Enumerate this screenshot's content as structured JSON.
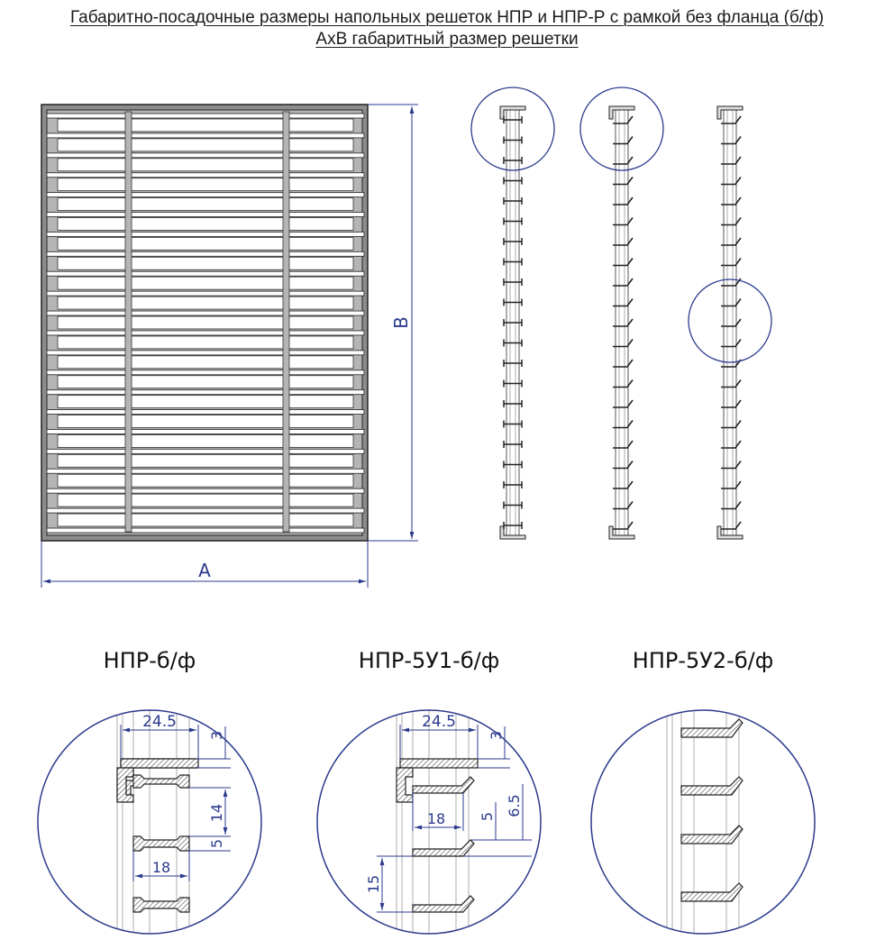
{
  "title": {
    "line1": "Габаритно-посадочные размеры напольных решеток НПР и НПР-Р с рамкой без фланца (б/ф)",
    "line2": "АхВ габаритный размер решетки"
  },
  "front_view": {
    "width_label": "A",
    "height_label": "B"
  },
  "details": [
    {
      "caption": "НПР-б/ф",
      "dims": {
        "width": "24.5",
        "top": "3",
        "pitch": "14",
        "bar": "5",
        "inner": "18"
      }
    },
    {
      "caption": "НПР-5У1-б/ф",
      "dims": {
        "width": "24.5",
        "top": "3",
        "inner": "18",
        "bar": "5",
        "bar2": "6.5",
        "pitch": "15"
      }
    },
    {
      "caption": "НПР-5У2-б/ф",
      "dims": {}
    }
  ],
  "colors": {
    "line": "#2a2a2a",
    "circle": "#2b3a8c",
    "fill": "#9a9a9a",
    "dim": "#2b3a8c"
  }
}
